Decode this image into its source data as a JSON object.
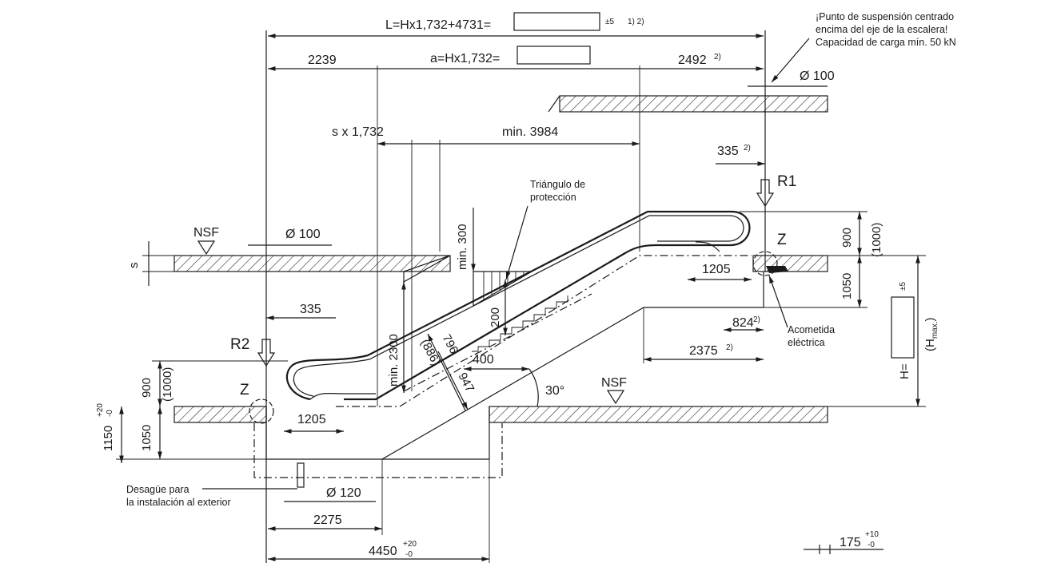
{
  "formulas": {
    "total_length": "L=Hx1,732+4731=",
    "total_tolerance": "±5",
    "total_notes": "1)  2)",
    "a_length": "a=Hx1,732="
  },
  "dimensions": {
    "left_top": "2239",
    "right_top": "2492",
    "right_top_note": "2)",
    "diameter_top": "Ø 100",
    "s_factor": "s x 1,732",
    "min_3984": "min. 3984",
    "d335_top": "335",
    "d335_top_note": "2)",
    "diameter_left": "Ø 100",
    "s_label": "s",
    "min_300": "min. 300",
    "d900_top": "900",
    "d1000_top": "(1000)",
    "d1205_top": "1205",
    "d1050_top": "1050",
    "d824": "824",
    "d824_note": "2)",
    "d2375": "2375",
    "d2375_note": "2)",
    "d200": "200",
    "d400": "400",
    "min_2300": "min. 2300",
    "d796": "796",
    "d886": "(886)",
    "d947": "947",
    "angle": "30°",
    "d335_left": "335",
    "d900_bottom": "900",
    "d1000_bottom": "(1000)",
    "d1150": "1150",
    "d1150_tol_plus": "+20",
    "d1150_tol_minus": "-0",
    "d1050_bottom": "1050",
    "d1205_bottom": "1205",
    "diameter_drain": "Ø 120",
    "d2275": "2275",
    "d4450": "4450",
    "d4450_tol_plus": "+20",
    "d4450_tol_minus": "-0",
    "d175": "175",
    "d175_tol_plus": "+10",
    "d175_tol_minus": "-0",
    "h_tolerance": "±5",
    "h_label": "H=",
    "h_max": "(H",
    "h_max_sub": "max.",
    "h_max_close": ")"
  },
  "labels": {
    "r1": "R1",
    "r2": "R2",
    "z_top": "Z",
    "z_bottom": "Z",
    "nsf_top": "NSF",
    "nsf_bottom": "NSF"
  },
  "notes": {
    "suspension": [
      "¡Punto de suspensión centrado",
      "encima del eje de la escalera!",
      "Capacidad de carga mín. 50 kN"
    ],
    "triangle": [
      "Triángulo de",
      "protección"
    ],
    "power": [
      "Acometida",
      "eléctrica"
    ],
    "drain": [
      "Desagüe para",
      "la instalación al exterior"
    ]
  }
}
